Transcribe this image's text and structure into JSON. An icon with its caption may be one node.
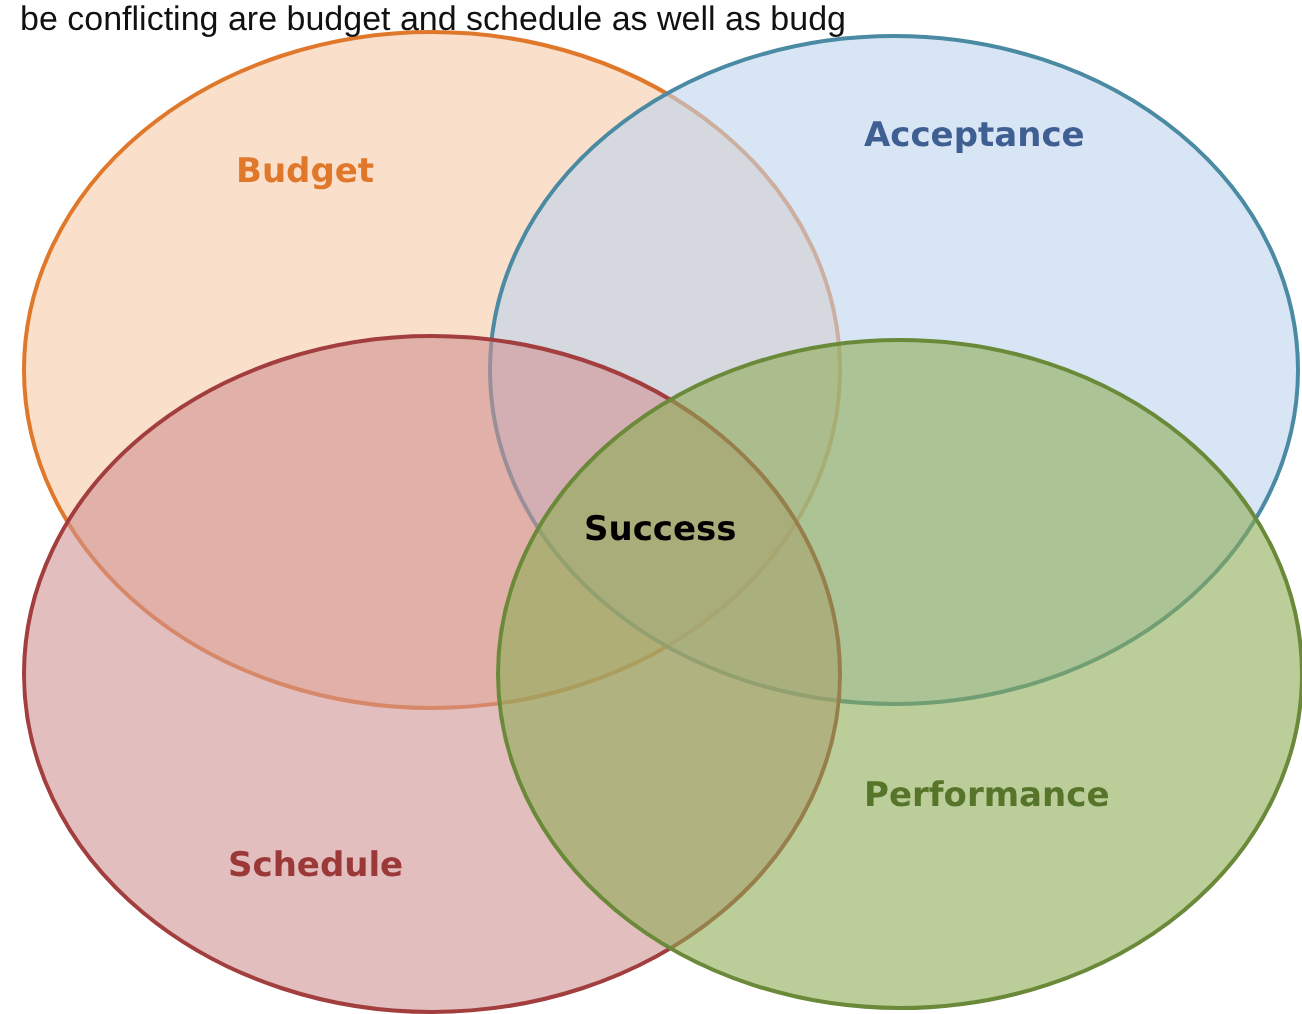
{
  "diagram": {
    "nodes": [
      {
        "text": [
          "Budget"
        ]
      },
      {
        "text": [
          "Acceptance"
        ]
      },
      {
        "text": [
          "Schedule"
        ]
      },
      {
        "text": [
          "Performance"
        ]
      }
    ],
    "labels": [
      "be conflicting are budget and schedule as well as budg",
      "Success"
    ]
  }
}
